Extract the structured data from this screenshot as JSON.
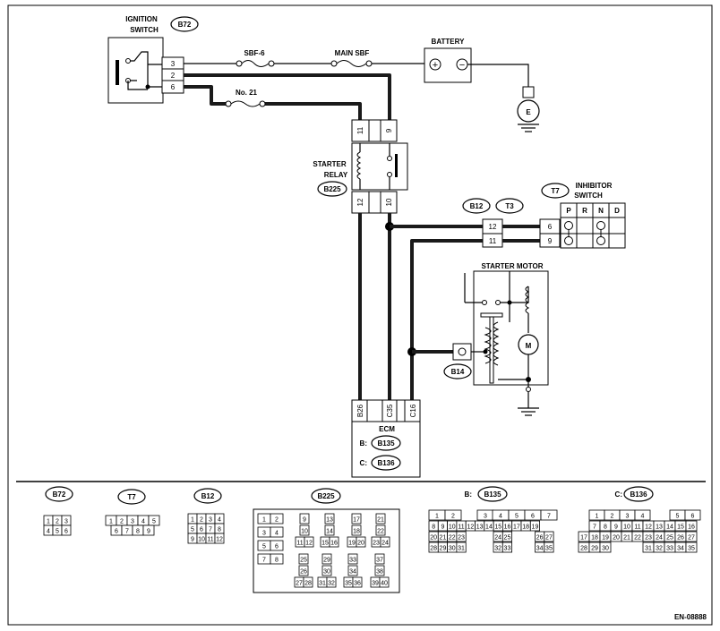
{
  "labels": {
    "ignition_switch": [
      "IGNITION",
      "SWITCH"
    ],
    "battery": "BATTERY",
    "fuse_sbf6": "SBF-6",
    "fuse_main": "MAIN SBF",
    "fuse_no21": "No. 21",
    "ground_e": "E",
    "starter_relay": [
      "STARTER",
      "RELAY"
    ],
    "inhibitor_switch": [
      "INHIBITOR",
      "SWITCH"
    ],
    "starter_motor": "STARTER MOTOR",
    "motor_m": "M",
    "ecm": "ECM",
    "ecm_b": "B:",
    "ecm_c": "C:",
    "plus": "+",
    "minus": "−",
    "doc_id": "EN-08888"
  },
  "connectors": {
    "b72": "B72",
    "b225": "B225",
    "b12": "B12",
    "t3": "T3",
    "t7": "T7",
    "b14": "B14",
    "b135": "B135",
    "b136": "B136"
  },
  "pins": {
    "ign": [
      "3",
      "2",
      "6"
    ],
    "relay_top": [
      "11",
      "9"
    ],
    "relay_bot": [
      "12",
      "10"
    ],
    "b12_t3": [
      "12",
      "11"
    ],
    "inhibitor": [
      "6",
      "9"
    ],
    "inhibitor_pos": [
      "P",
      "R",
      "N",
      "D"
    ],
    "ecm": [
      "B26",
      "C35",
      "C16"
    ]
  },
  "faces": {
    "b72": [
      [
        "1",
        "2",
        "3"
      ],
      [
        "4",
        "5",
        "6"
      ]
    ],
    "t7": [
      [
        "1",
        "2",
        "3",
        "4",
        "5"
      ],
      [
        "6",
        "7",
        "8",
        "9"
      ]
    ],
    "b12": [
      [
        "1",
        "2",
        "3",
        "4"
      ],
      [
        "5",
        "6",
        "7",
        "8"
      ],
      [
        "9",
        "10",
        "11",
        "12"
      ]
    ],
    "b225": {
      "col1": [
        [
          "1",
          "2"
        ],
        [
          "3",
          "4"
        ],
        [
          "5",
          "6"
        ],
        [
          "7",
          "8"
        ]
      ],
      "col2": [
        [
          "9"
        ],
        [
          "10"
        ],
        [
          "11",
          "12"
        ]
      ],
      "col3": [
        [
          "13"
        ],
        [
          "14"
        ],
        [
          "15",
          "16"
        ]
      ],
      "col4": [
        [
          "17"
        ],
        [
          "18"
        ],
        [
          "19",
          "20"
        ]
      ],
      "col5": [
        [
          "21"
        ],
        [
          "22"
        ],
        [
          "23",
          "24"
        ]
      ],
      "col6": [
        [
          "25"
        ],
        [
          "26"
        ],
        [
          "27",
          "28"
        ]
      ],
      "col7": [
        [
          "29"
        ],
        [
          "30"
        ],
        [
          "31",
          "32"
        ]
      ],
      "col8": [
        [
          "33"
        ],
        [
          "34"
        ],
        [
          "35",
          "36"
        ]
      ],
      "col9": [
        [
          "37"
        ],
        [
          "38"
        ],
        [
          "39",
          "40"
        ]
      ]
    },
    "b135": {
      "row1": [
        "1",
        "2",
        "3",
        "4",
        "5",
        "6",
        "7"
      ],
      "row2": [
        "8",
        "9",
        "10",
        "11",
        "12",
        "13",
        "14",
        "15",
        "16",
        "17",
        "18",
        "19"
      ],
      "row3": [
        "20",
        "21",
        "22",
        "23",
        "24",
        "25",
        "26",
        "27"
      ],
      "row4": [
        "28",
        "29",
        "30",
        "31",
        "32",
        "33",
        "34",
        "35"
      ]
    },
    "b136": {
      "row1": [
        "1",
        "2",
        "3",
        "4",
        "5",
        "6"
      ],
      "row2": [
        "7",
        "8",
        "9",
        "10",
        "11",
        "12",
        "13",
        "14",
        "15",
        "16"
      ],
      "row3": [
        "17",
        "18",
        "19",
        "20",
        "21",
        "22",
        "23",
        "24",
        "25",
        "26",
        "27"
      ],
      "row4": [
        "28",
        "29",
        "30",
        "31",
        "32",
        "33",
        "34",
        "35"
      ]
    }
  }
}
